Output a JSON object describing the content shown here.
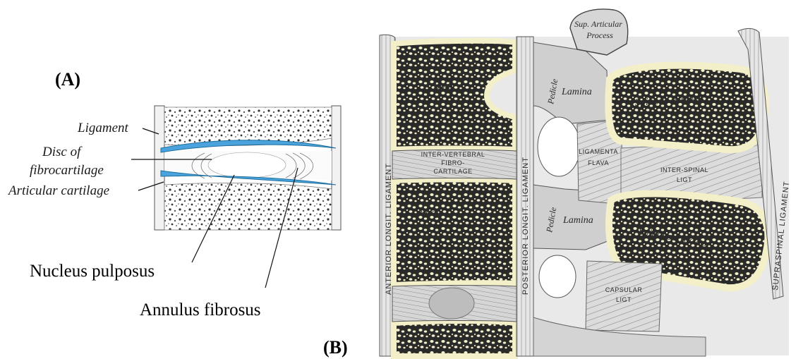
{
  "panel_a": {
    "label": "(A)",
    "labels": {
      "ligament": "Ligament",
      "disc_line1": "Disc of",
      "disc_line2": "fibrocartilage",
      "articular_cartilage": "Articular cartilage",
      "nucleus_pulposus": "Nucleus pulposus",
      "annulus_fibrosus": "Annulus fibrosus"
    },
    "colors": {
      "cartilage": "#4aa3dc",
      "bone_fill": "#ffffff",
      "ink": "#1a1a1a"
    }
  },
  "panel_b": {
    "label": "(B)",
    "labels": {
      "sup_articular_line1": "Sup. Articular",
      "sup_articular_line2": "Process",
      "body_upper": "Body",
      "body_lower": "Body",
      "intervertebral_line1": "INTER-VERTEBRAL",
      "intervertebral_line2": "FIBRO-",
      "intervertebral_line3": "CARTILAGE",
      "pedicle_upper": "Pedicle",
      "pedicle_lower": "Pedicle",
      "lamina_upper": "Lamina",
      "lamina_lower": "Lamina",
      "ligamenta_line1": "LIGAMENTA",
      "ligamenta_line2": "FLAVA",
      "spinous_upper": "Spinous Process",
      "spinous_lower": "Spinous Process",
      "interspinal_line1": "INTER-SPINAL",
      "interspinal_line2": "LIGT",
      "capsular_line1": "CAPSULAR",
      "capsular_line2": "LIGT",
      "anterior_longit": "ANTERIOR LONGIT. LIGAMENT",
      "posterior_longit": "POSTERIOR LONGIT. LIGAMENT",
      "supraspinal": "SUPRASPINAL LIGAMENT"
    },
    "colors": {
      "bone": "#f3efc8",
      "gray_tissue": "#d8d8d8",
      "ink": "#1e1e1e"
    }
  }
}
